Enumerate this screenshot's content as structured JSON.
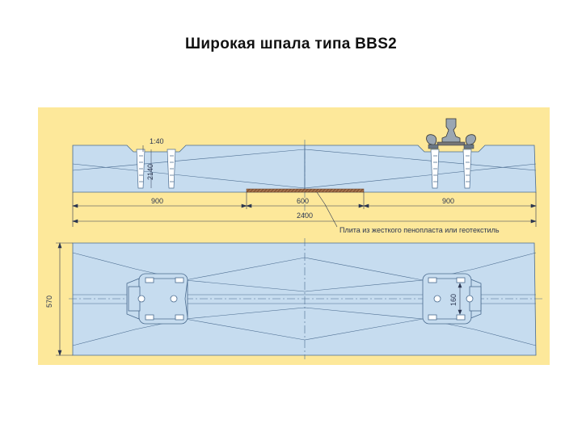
{
  "title": "Широкая шпала типа BBS2",
  "colors": {
    "panel": "#fde89a",
    "sleeper_fill": "#c6dcef",
    "line": "#4a6b8f",
    "dim": "#2a3550"
  },
  "side_view": {
    "inclination": "1:40",
    "rail_depth": "2140",
    "left_end": "900",
    "middle": "600",
    "right_end": "900",
    "total": "2400",
    "note": "Плита из жесткого пенопласта или геотекстиль"
  },
  "plan_view": {
    "width": "570",
    "fastening_spacing": "160"
  }
}
